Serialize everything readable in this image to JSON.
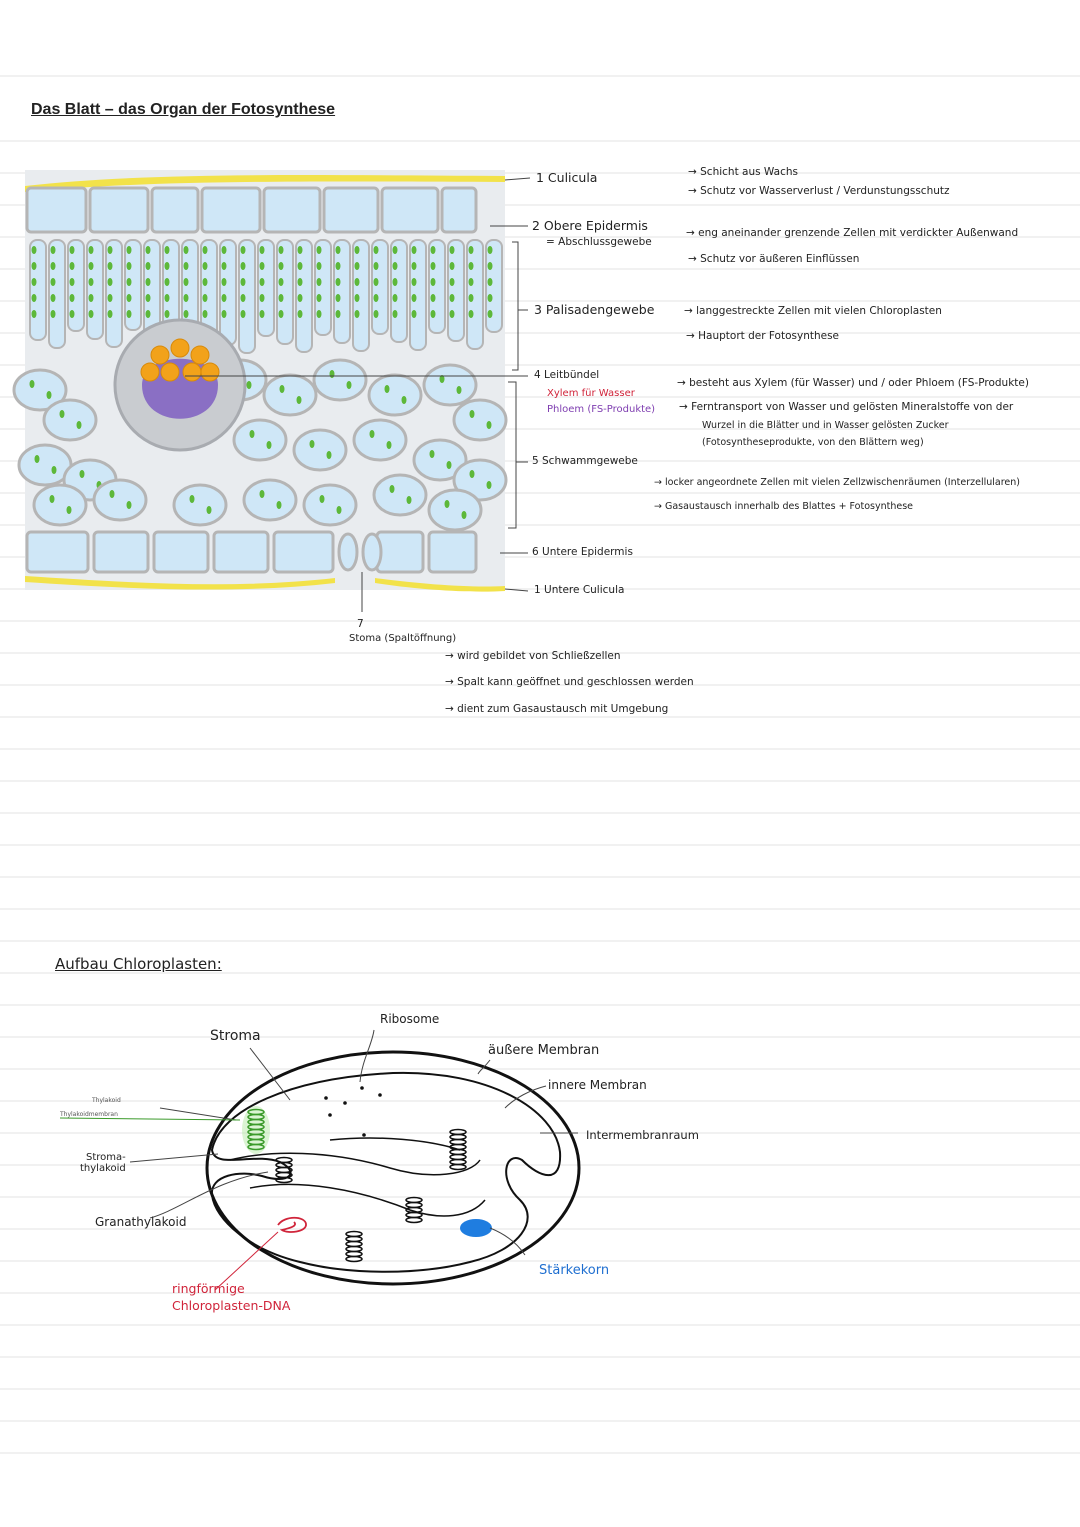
{
  "title": "Das Blatt – das Organ der Fotosynthese",
  "leaf": {
    "labels": {
      "l1": "1 Culicula",
      "l2a": "2 Obere Epidermis",
      "l2b": "= Abschlussgewebe",
      "l3": "3 Palisadengewebe",
      "l4": "4 Leitbündel",
      "l4x": "Xylem für Wasser",
      "l4p": "Phloem (FS-Produkte)",
      "l5": "5 Schwammgewebe",
      "l6": "6 Untere Epidermis",
      "l1b": "1 Untere Culicula",
      "l7n": "7",
      "l7": "Stoma (Spaltöffnung)"
    },
    "notes": {
      "n1a": "→ Schicht aus Wachs",
      "n1b": "→ Schutz vor Wasserverlust / Verdunstungsschutz",
      "n2a": "→ eng aneinander grenzende Zellen mit verdickter Außenwand",
      "n2b": "→ Schutz vor äußeren Einflüssen",
      "n3a": "→ langgestreckte Zellen mit vielen Chloroplasten",
      "n3b": "→ Hauptort der Fotosynthese",
      "n4a": "→ besteht aus Xylem (für Wasser) und / oder Phloem (FS-Produkte)",
      "n4b": "→ Ferntransport von Wasser und gelösten Mineralstoffe von der",
      "n4c": "Wurzel in die Blätter und in Wasser gelösten Zucker",
      "n4d": "(Fotosyntheseprodukte, von den Blättern weg)",
      "n5a": "→ locker angeordnete Zellen mit vielen Zellzwischenräumen (Interzellularen)",
      "n5b": "→ Gasaustausch innerhalb des Blattes + Fotosynthese",
      "n7a": "→ wird gebildet von Schließzellen",
      "n7b": "→ Spalt kann geöffnet und geschlossen werden",
      "n7c": "→ dient zum Gasaustausch mit Umgebung"
    }
  },
  "chloro": {
    "heading": "Aufbau Chloroplasten:",
    "labels": {
      "stroma": "Stroma",
      "ribosome": "Ribosome",
      "aussen": "äußere Membran",
      "innen": "innere Membran",
      "inter": "Intermembranraum",
      "thylakoid": "Thylakoid",
      "thylmem": "Thylakoidmembran",
      "stromathyl1": "Stroma-",
      "stromathyl2": "thylakoid",
      "grana": "Granathylakoid",
      "staerke": "Stärkekorn",
      "dna1": "ringförmige",
      "dna2": "Chloroplasten-DNA"
    }
  },
  "colors": {
    "cuticle": "#f2e24a",
    "cell_wall": "#b5b5b5",
    "cell_fill": "#cfe7f7",
    "chloroplast": "#5db83a",
    "xylem": "#f2a21a",
    "phloem": "#8a6fc4",
    "starch": "#1f7de0",
    "dna": "#d0243a"
  }
}
